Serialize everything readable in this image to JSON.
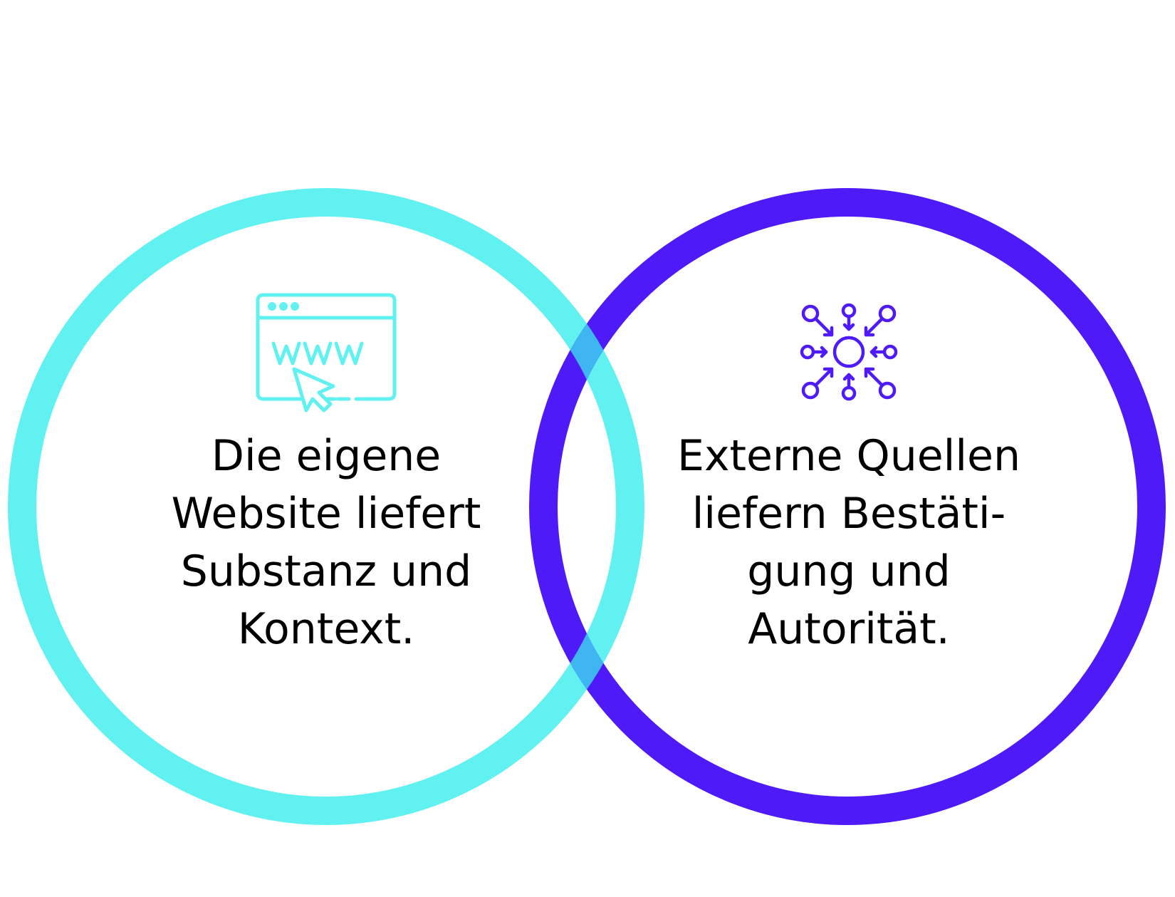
{
  "colors": {
    "left_accent": "#62F1F1",
    "right_accent": "#4E1AF7",
    "overlap": "#3FB5F2",
    "text": "#000000",
    "background": "#FFFFFF"
  },
  "left": {
    "icon": "browser-www-cursor-icon",
    "lines": [
      "Die eigene",
      "Website liefert",
      "Substanz und",
      "Kontext."
    ]
  },
  "right": {
    "icon": "network-hub-arrows-icon",
    "lines": [
      "Externe Quellen",
      "liefern Bestäti-",
      "gung und",
      "Autorität."
    ]
  }
}
